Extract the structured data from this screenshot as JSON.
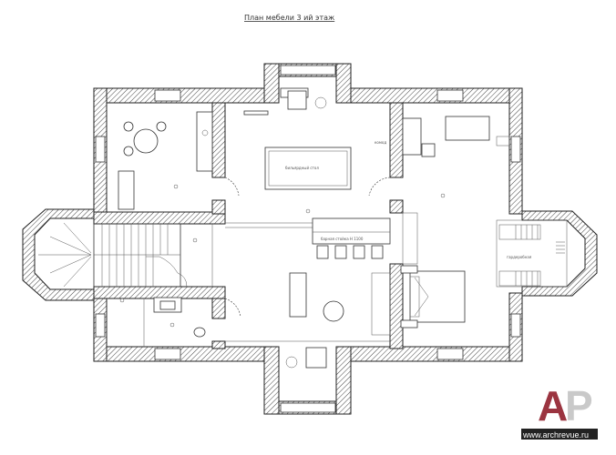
{
  "title": "План мебели 3 ий этаж",
  "labels": {
    "billiard_table": "бильярдный стол",
    "dresser": "комод",
    "bar_counter": "барная стойка Н 1100",
    "wardrobe": "гардеробная"
  },
  "watermark": {
    "logo": "AP",
    "url": "www.archrevue.ru",
    "logo_color_a": "#9b3440",
    "logo_color_p": "#c9c9c9"
  }
}
